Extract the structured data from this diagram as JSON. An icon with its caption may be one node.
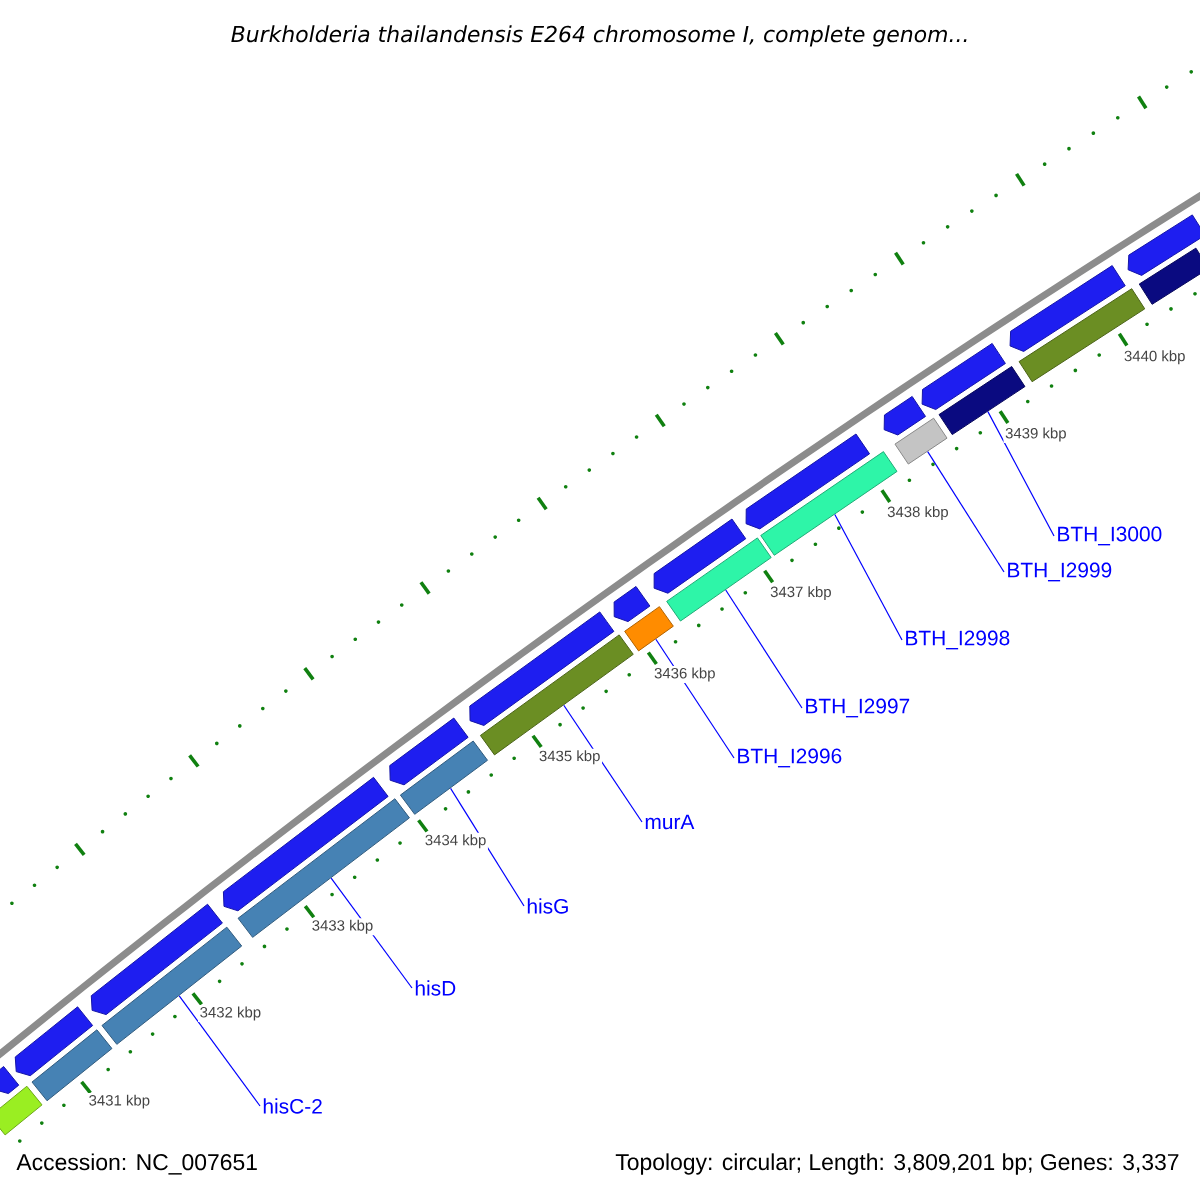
{
  "diagram": {
    "title": "Burkholderia thailandensis E264 chromosome I, complete genom...",
    "nodes": [
      {
        "text": [
          "hisC-2"
        ]
      },
      {
        "text": [
          "hisD"
        ]
      },
      {
        "text": [
          "hisG"
        ]
      },
      {
        "text": [
          "murA"
        ]
      },
      {
        "text": [
          "BTH_I2996"
        ]
      },
      {
        "text": [
          "BTH_I2997"
        ]
      },
      {
        "text": [
          "BTH_I2998"
        ]
      },
      {
        "text": [
          "BTH_I2999"
        ]
      },
      {
        "text": [
          "BTH_I3000"
        ]
      },
      {
        "text": [],
        "shape": "bar"
      },
      {
        "text": [],
        "shape": "bar"
      },
      {
        "text": [],
        "shape": "bar"
      },
      {
        "text": [],
        "shape": "bar"
      },
      {
        "text": [],
        "shape": "bar"
      },
      {
        "text": [],
        "shape": "bar"
      },
      {
        "text": [],
        "shape": "bar"
      },
      {
        "text": [],
        "shape": "bar"
      },
      {
        "text": [],
        "shape": "bar"
      },
      {
        "text": [],
        "shape": "bar"
      },
      {
        "text": [],
        "shape": "bar"
      },
      {
        "text": [],
        "shape": "bar"
      },
      {
        "text": [],
        "shape": "bar"
      },
      {
        "text": [],
        "shape": "arrow"
      },
      {
        "text": [],
        "shape": "arrow"
      },
      {
        "text": [],
        "shape": "arrow"
      },
      {
        "text": [],
        "shape": "arrow"
      },
      {
        "text": [],
        "shape": "arrow"
      },
      {
        "text": [],
        "shape": "arrow"
      },
      {
        "text": [],
        "shape": "arrow"
      },
      {
        "text": [],
        "shape": "arrow"
      },
      {
        "text": [],
        "shape": "arrow"
      },
      {
        "text": [],
        "shape": "arrow"
      },
      {
        "text": [],
        "shape": "arrow"
      },
      {
        "text": [],
        "shape": "arrow"
      },
      {
        "text": [],
        "shape": "arrow"
      }
    ],
    "edges": [
      {
        "from": 0,
        "to": 11,
        "arrow": "none"
      },
      {
        "from": 1,
        "to": 12,
        "arrow": "none"
      },
      {
        "from": 2,
        "to": 13,
        "arrow": "none"
      },
      {
        "from": 3,
        "to": 14,
        "arrow": "none"
      },
      {
        "from": 4,
        "to": 15,
        "arrow": "none"
      },
      {
        "from": 5,
        "to": 16,
        "arrow": "none"
      },
      {
        "from": 6,
        "to": 17,
        "arrow": "none"
      },
      {
        "from": 7,
        "to": 18,
        "arrow": "none"
      },
      {
        "from": 8,
        "to": 19,
        "arrow": "none"
      }
    ],
    "labels": [
      "3431 kbp",
      "3432 kbp",
      "3433 kbp",
      "3434 kbp",
      "3435 kbp",
      "3436 kbp",
      "3437 kbp",
      "3438 kbp",
      "3439 kbp",
      "3440 kbp",
      "Accession: NC_007651",
      "Topology: circular; Length: 3,809,201 bp; Genes: 3,337"
    ]
  }
}
